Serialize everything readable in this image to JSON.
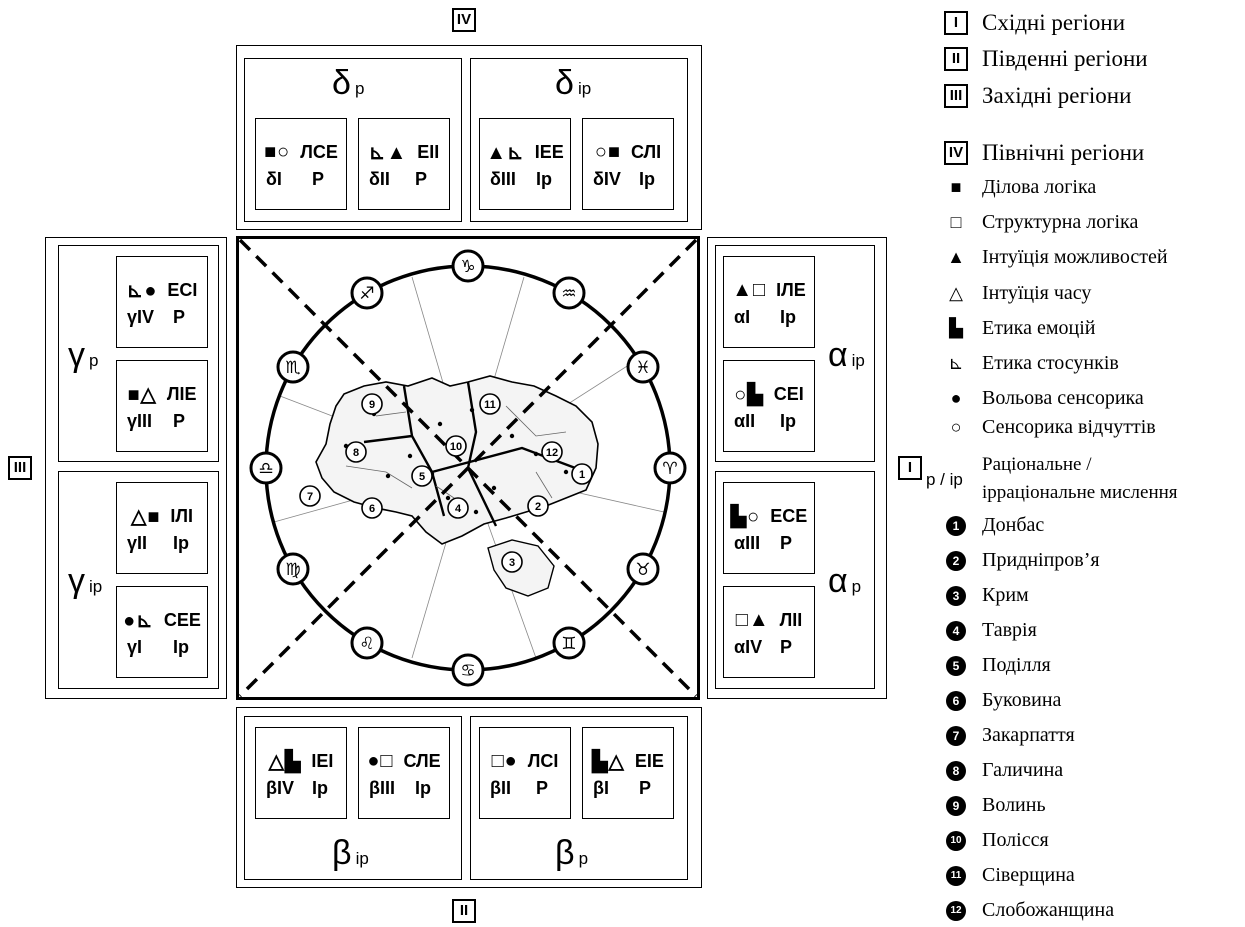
{
  "regions": {
    "east": "I",
    "south": "II",
    "west": "III",
    "north": "IV"
  },
  "groups": {
    "delta_r": {
      "greek": "δ",
      "sub": "р"
    },
    "delta_ir": {
      "greek": "δ",
      "sub": "ір"
    },
    "gamma_r": {
      "greek": "γ",
      "sub": "р"
    },
    "gamma_ir": {
      "greek": "γ",
      "sub": "ір"
    },
    "alpha_ir": {
      "greek": "α",
      "sub": "ір"
    },
    "alpha_r": {
      "greek": "α",
      "sub": "р"
    },
    "beta_ir": {
      "greek": "β",
      "sub": "ір"
    },
    "beta_r": {
      "greek": "β",
      "sub": "р"
    }
  },
  "types": {
    "lse": {
      "sym": "■○",
      "code": "ЛСЕ",
      "sub": "δІ",
      "pr": "Р"
    },
    "eii": {
      "sym": "⊾▲",
      "code": "ЕІІ",
      "sub": "δІІ",
      "pr": "Р"
    },
    "iee": {
      "sym": "▲⊾",
      "code": "ІЕЕ",
      "sub": "δІІІ",
      "pr": "Ір"
    },
    "sli": {
      "sym": "○■",
      "code": "СЛІ",
      "sub": "δІV",
      "pr": "Ір"
    },
    "esi": {
      "sym": "⊾●",
      "code": "ЕСІ",
      "sub": "γІV",
      "pr": "Р"
    },
    "lie": {
      "sym": "■△",
      "code": "ЛІЕ",
      "sub": "γІІІ",
      "pr": "Р"
    },
    "ili": {
      "sym": "△■",
      "code": "ІЛІ",
      "sub": "γІІ",
      "pr": "Ір"
    },
    "see": {
      "sym": "●⊾",
      "code": "СЕЕ",
      "sub": "γІ",
      "pr": "Ір"
    },
    "ile": {
      "sym": "▲□",
      "code": "ІЛЕ",
      "sub": "αІ",
      "pr": "Ір"
    },
    "sei": {
      "sym": "○▙",
      "code": "СЕІ",
      "sub": "αІІ",
      "pr": "Ір"
    },
    "ese": {
      "sym": "▙○",
      "code": "ЕСЕ",
      "sub": "αІІІ",
      "pr": "Р"
    },
    "lii": {
      "sym": "□▲",
      "code": "ЛІІ",
      "sub": "αІV",
      "pr": "Р"
    },
    "iei": {
      "sym": "△▙",
      "code": "ІЕІ",
      "sub": "βІV",
      "pr": "Ір"
    },
    "sle": {
      "sym": "●□",
      "code": "СЛЕ",
      "sub": "βІІІ",
      "pr": "Ір"
    },
    "lsi": {
      "sym": "□●",
      "code": "ЛСІ",
      "sub": "βІІ",
      "pr": "Р"
    },
    "eie": {
      "sym": "▙△",
      "code": "ЕІЕ",
      "sub": "βІ",
      "pr": "Р"
    }
  },
  "zodiac": {
    "capricorn": "♑",
    "aquarius": "♒",
    "pisces": "♓",
    "aries": "♈",
    "taurus": "♉",
    "gemini": "♊",
    "cancer": "♋",
    "leo": "♌",
    "virgo": "♍",
    "libra": "♎",
    "scorpio": "♏",
    "sagittarius": "♐"
  },
  "map_numbers": [
    "1",
    "2",
    "3",
    "4",
    "5",
    "6",
    "7",
    "8",
    "9",
    "10",
    "11",
    "12"
  ],
  "legend": {
    "regions": [
      {
        "mark": "I",
        "text": "Східні регіони"
      },
      {
        "mark": "II",
        "text": "Південні регіони"
      },
      {
        "mark": "III",
        "text": "Західні регіони"
      },
      {
        "mark": "IV",
        "text": "Північні регіони"
      }
    ],
    "functions": [
      {
        "mark": "■",
        "text": "Ділова логіка"
      },
      {
        "mark": "□",
        "text": "Структурна логіка"
      },
      {
        "mark": "▲",
        "text": "Інтуїція можливостей"
      },
      {
        "mark": "△",
        "text": "Інтуїція часу"
      },
      {
        "mark": "▙",
        "text": "Етика емоцій"
      },
      {
        "mark": "⊾",
        "text": "Етика стосунків"
      },
      {
        "mark": "●",
        "text": "Вольова сенсорика"
      },
      {
        "mark": "○",
        "text": "Сенсорика відчуттів"
      }
    ],
    "thinking": {
      "mark": "р / ір",
      "line1": "Раціональне /",
      "line2": "ірраціональне мислення"
    },
    "areas": [
      {
        "num": "1",
        "text": "Донбас"
      },
      {
        "num": "2",
        "text": "Придніпров’я"
      },
      {
        "num": "3",
        "text": "Крим"
      },
      {
        "num": "4",
        "text": "Таврія"
      },
      {
        "num": "5",
        "text": "Поділля"
      },
      {
        "num": "6",
        "text": "Буковина"
      },
      {
        "num": "7",
        "text": "Закарпаття"
      },
      {
        "num": "8",
        "text": "Галичина"
      },
      {
        "num": "9",
        "text": "Волинь"
      },
      {
        "num": "10",
        "text": "Полісся"
      },
      {
        "num": "11",
        "text": "Сіверщина"
      },
      {
        "num": "12",
        "text": "Слобожанщина"
      }
    ]
  }
}
